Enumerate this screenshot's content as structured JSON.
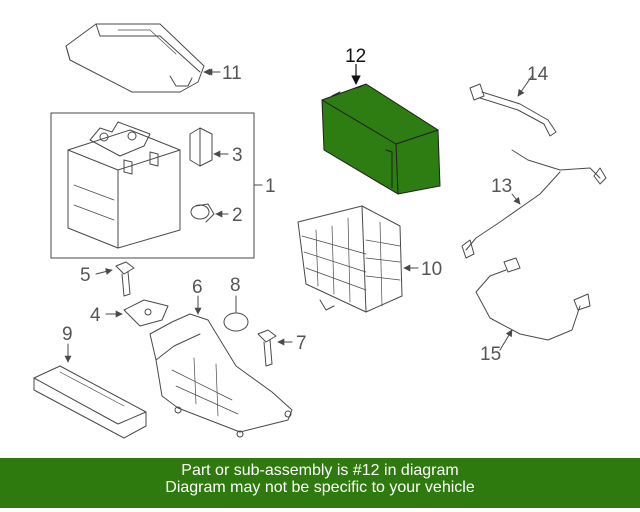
{
  "colors": {
    "highlight": "#2f7a0e",
    "highlight_fill": "#2e7d12",
    "line": "#4a4a4a"
  },
  "highlighted_part": "12",
  "callouts": {
    "c1": "1",
    "c2": "2",
    "c3": "3",
    "c4": "4",
    "c5": "5",
    "c6": "6",
    "c7": "7",
    "c8": "8",
    "c9": "9",
    "c10": "10",
    "c11": "11",
    "c12": "12",
    "c13": "13",
    "c14": "14",
    "c15": "15"
  },
  "banner": {
    "line1": "Part or sub-assembly is #12 in diagram",
    "line2": "Diagram may not be specific to your vehicle"
  }
}
